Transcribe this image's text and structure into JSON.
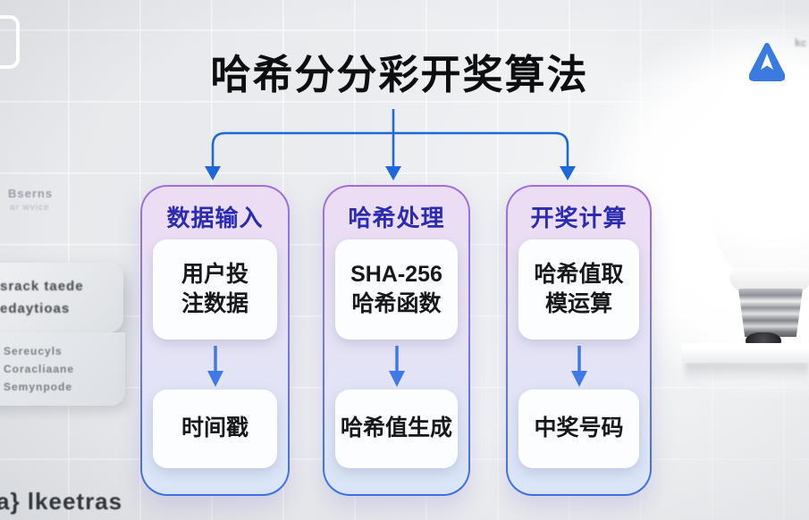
{
  "title": "哈希分分彩开奖算法",
  "flow": {
    "connector_color": "#1e68db",
    "header_color": "#2b2bb4",
    "arrow_color": "#3f78e8",
    "column_border_top_color": "#a06fdd",
    "column_border_bottom_color": "#3b6fe2",
    "columns": [
      {
        "header": "数据输入",
        "step1": {
          "line1": "用户投",
          "line2": "注数据"
        },
        "step2": "时间戳"
      },
      {
        "header": "哈希处理",
        "step1": {
          "line1": "SHA-256",
          "line2": "哈希函数"
        },
        "step2": "哈希值生成"
      },
      {
        "header": "开奖计算",
        "step1": {
          "line1": "哈希值取",
          "line2": "模运算"
        },
        "step2": "中奖号码"
      }
    ]
  },
  "decor": {
    "top_left_text1": "Bserns",
    "top_left_text2": "ar wvice",
    "card_text1": "srack taede",
    "card_text2": "edaytioas",
    "panel_text1": "Sereucyls",
    "panel_text2": "Coracliaane",
    "panel_text3": "Semynpode",
    "bottom_left_text": "a} lkeetras",
    "edge_text": "kc"
  },
  "logo": {
    "name": "send-triangle-logo",
    "color": "#3a7be0"
  }
}
